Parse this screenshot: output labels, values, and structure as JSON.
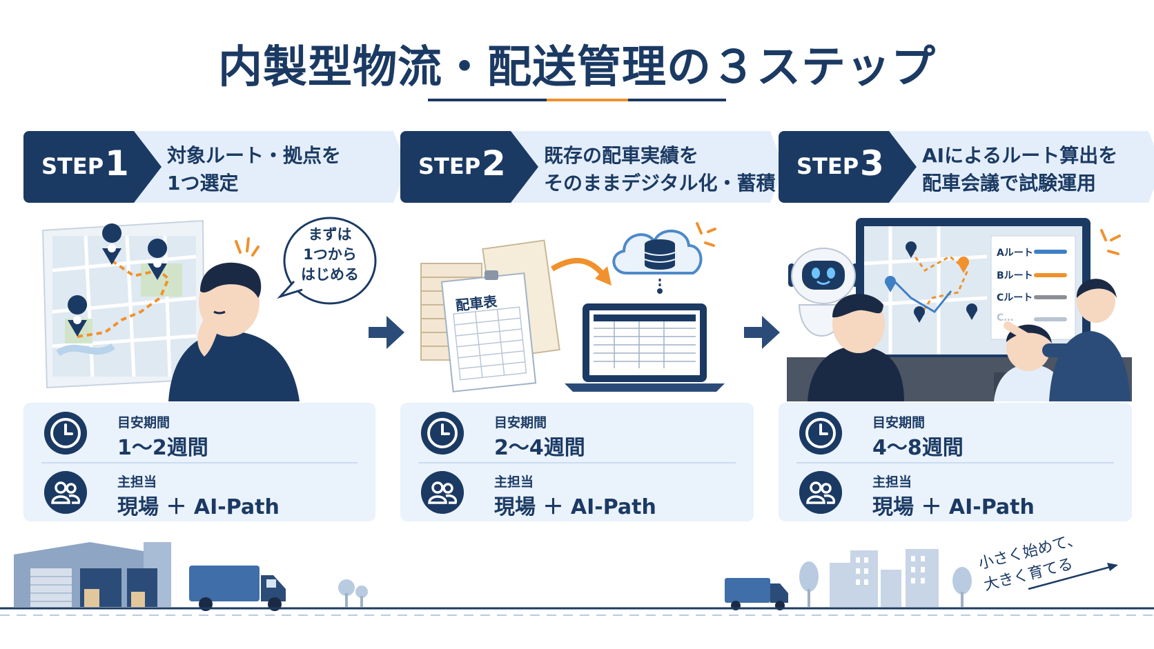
{
  "title": "内製型物流・配送管理の３ステップ",
  "colors": {
    "navy": "#1b3a63",
    "orange": "#f0912d",
    "light_blue": "#e4eefa",
    "card": "#eaf2fc"
  },
  "steps": [
    {
      "step_word": "STEP",
      "step_num": "1",
      "text": "対象ルート・拠点を\n1つ選定",
      "bubble": "まずは\n1つから\nはじめる",
      "period_label": "目安期間",
      "period_value": "1〜2週間",
      "owner_label": "主担当",
      "owner_value": "現場 ＋ AI-Path"
    },
    {
      "step_word": "STEP",
      "step_num": "2",
      "text": "既存の配車実績を\nそのままデジタル化・蓄積",
      "doc_title": "配車表",
      "period_label": "目安期間",
      "period_value": "2〜4週間",
      "owner_label": "主担当",
      "owner_value": "現場 ＋ AI-Path"
    },
    {
      "step_word": "STEP",
      "step_num": "3",
      "text": "AIによるルート算出を\n配車会議で試験運用",
      "routes": [
        "Aルート",
        "Bルート",
        "Cルート",
        "C…"
      ],
      "route_colors": [
        "#3f7fc4",
        "#f0912d",
        "#8a8f96",
        "#b8c4d2"
      ],
      "period_label": "目安期間",
      "period_value": "4〜8週間",
      "owner_label": "主担当",
      "owner_value": "現場 ＋ AI-Path"
    }
  ],
  "slogan": "小さく始めて、\n大きく育てる"
}
